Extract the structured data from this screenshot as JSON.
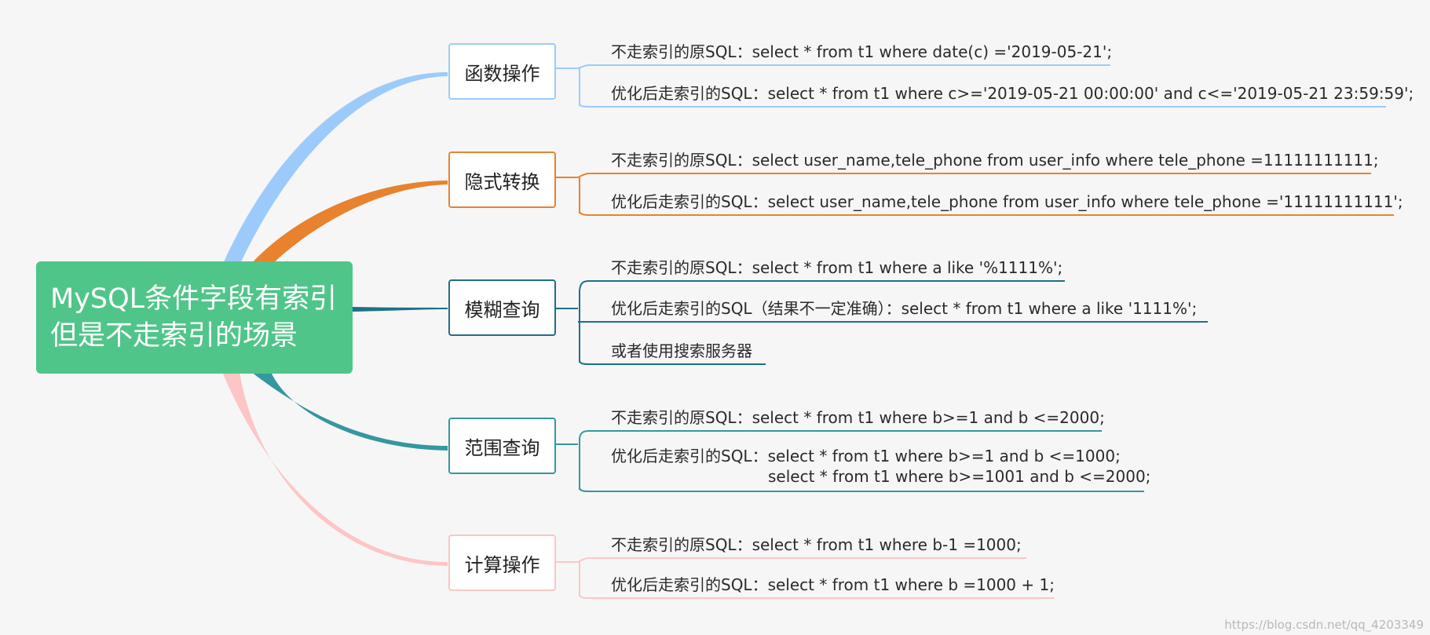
{
  "colors": {
    "background": "#f6f6f6",
    "root_fill": "#50c58a",
    "root_text": "#ffffff",
    "text": "#2a2a2a",
    "watermark": "#b8b8b8"
  },
  "root": {
    "lines": [
      "MySQL条件字段有索引",
      "但是不走索引的场景"
    ]
  },
  "branches": [
    {
      "label": "函数操作",
      "color": "#9ccbfb",
      "leaves": [
        [
          "不走索引的原SQL：select * from t1 where date(c) ='2019-05-21';"
        ],
        [
          "优化后走索引的SQL：select * from t1 where c>='2019-05-21 00:00:00' and c<='2019-05-21 23:59:59';"
        ]
      ]
    },
    {
      "label": "隐式转换",
      "color": "#e8822e",
      "leaves": [
        [
          "不走索引的原SQL：select user_name,tele_phone from user_info where tele_phone =11111111111;"
        ],
        [
          "优化后走索引的SQL：select user_name,tele_phone from user_info where tele_phone ='11111111111';"
        ]
      ]
    },
    {
      "label": "模糊查询",
      "color": "#1f6f87",
      "leaves": [
        [
          "不走索引的原SQL：select * from t1 where a like '%1111%';"
        ],
        [
          "优化后走索引的SQL（结果不一定准确）：select * from t1 where a like '1111%';"
        ],
        [
          "或者使用搜索服务器"
        ]
      ]
    },
    {
      "label": "范围查询",
      "color": "#35979f",
      "leaves": [
        [
          "不走索引的原SQL：select * from t1 where b>=1 and b <=2000;"
        ],
        [
          "优化后走索引的SQL：select * from t1 where b>=1 and b <=1000;",
          "select * from t1 where b>=1001 and b <=2000;"
        ]
      ]
    },
    {
      "label": "计算操作",
      "color": "#fcc6c6",
      "leaves": [
        [
          "不走索引的原SQL：select * from t1 where b-1 =1000;"
        ],
        [
          "优化后走索引的SQL：select * from t1 where b =1000 + 1;"
        ]
      ]
    }
  ],
  "watermark": "https://blog.csdn.net/qq_4203349"
}
